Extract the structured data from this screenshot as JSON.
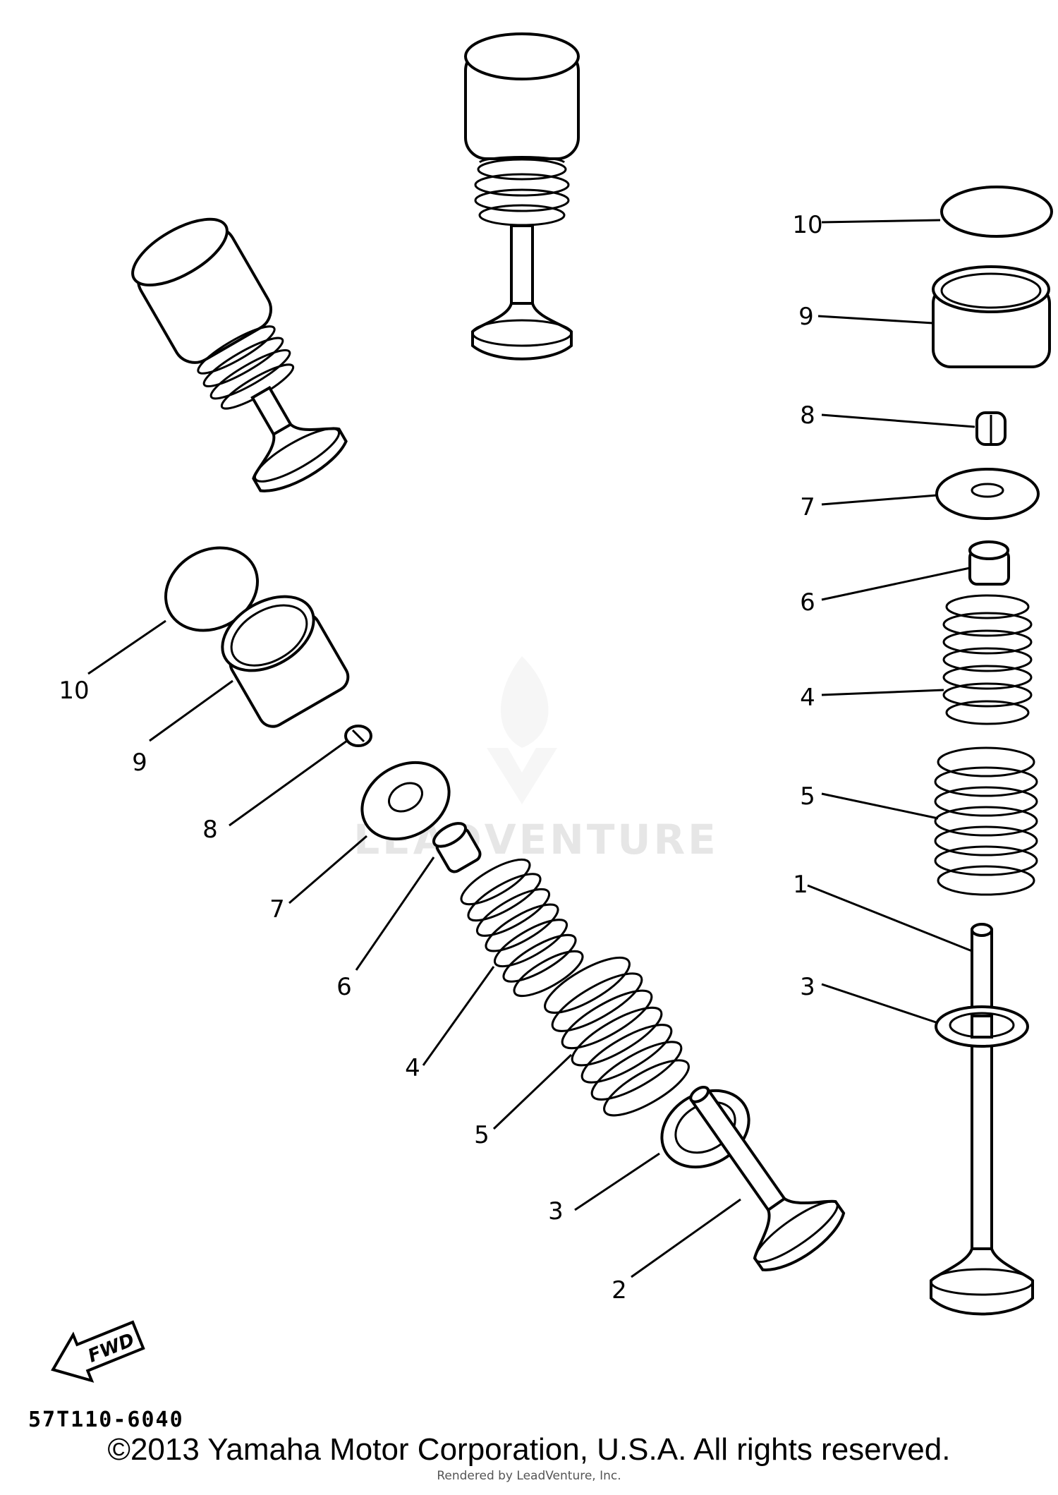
{
  "diagram": {
    "left_callouts": [
      "10",
      "9",
      "8",
      "7",
      "6",
      "4",
      "5",
      "3",
      "2"
    ],
    "right_callouts": [
      "10",
      "9",
      "8",
      "7",
      "6",
      "4",
      "5",
      "1",
      "3"
    ],
    "fwd_arrow_label": "FWD",
    "part_code": "57T110-6040",
    "watermark": "LEADVENTURE"
  },
  "footer": {
    "copyright": "©2013 Yamaha Motor Corporation, U.S.A. All rights reserved.",
    "rendered_by": "Rendered by LeadVenture, Inc."
  }
}
